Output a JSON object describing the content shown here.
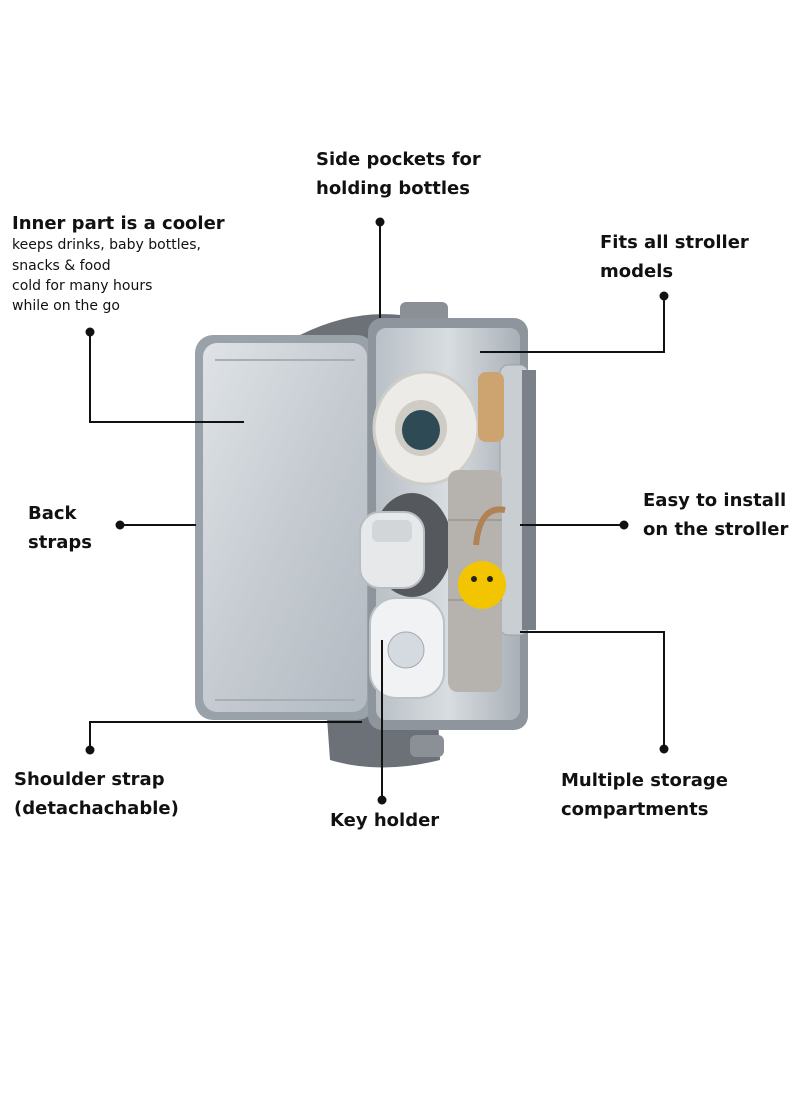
{
  "labels": {
    "inner_cooler": {
      "title": "Inner part is a cooler",
      "lines": [
        "keeps drinks, baby bottles,",
        "snacks & food",
        "cold for many hours",
        "while on the go"
      ]
    },
    "side_pockets": {
      "lines": [
        "Side pockets for",
        "holding bottles"
      ]
    },
    "fits_stroller": {
      "lines": [
        "Fits all stroller",
        "models"
      ]
    },
    "back_straps": {
      "lines": [
        "Back",
        "straps"
      ]
    },
    "easy_install": {
      "lines": [
        "Easy to install",
        "on the stroller"
      ]
    },
    "shoulder_strap": {
      "lines": [
        "Shoulder strap",
        "(detachachable)"
      ]
    },
    "key_holder": {
      "lines": [
        "Key holder"
      ]
    },
    "storage": {
      "lines": [
        "Multiple storage",
        "compartments"
      ]
    }
  },
  "colors": {
    "ink": "#111111",
    "bag_lining": "#c9ced3",
    "bag_shadow": "#8e959c",
    "bag_dark": "#5d6268",
    "teether_yellow": "#f2c500"
  }
}
